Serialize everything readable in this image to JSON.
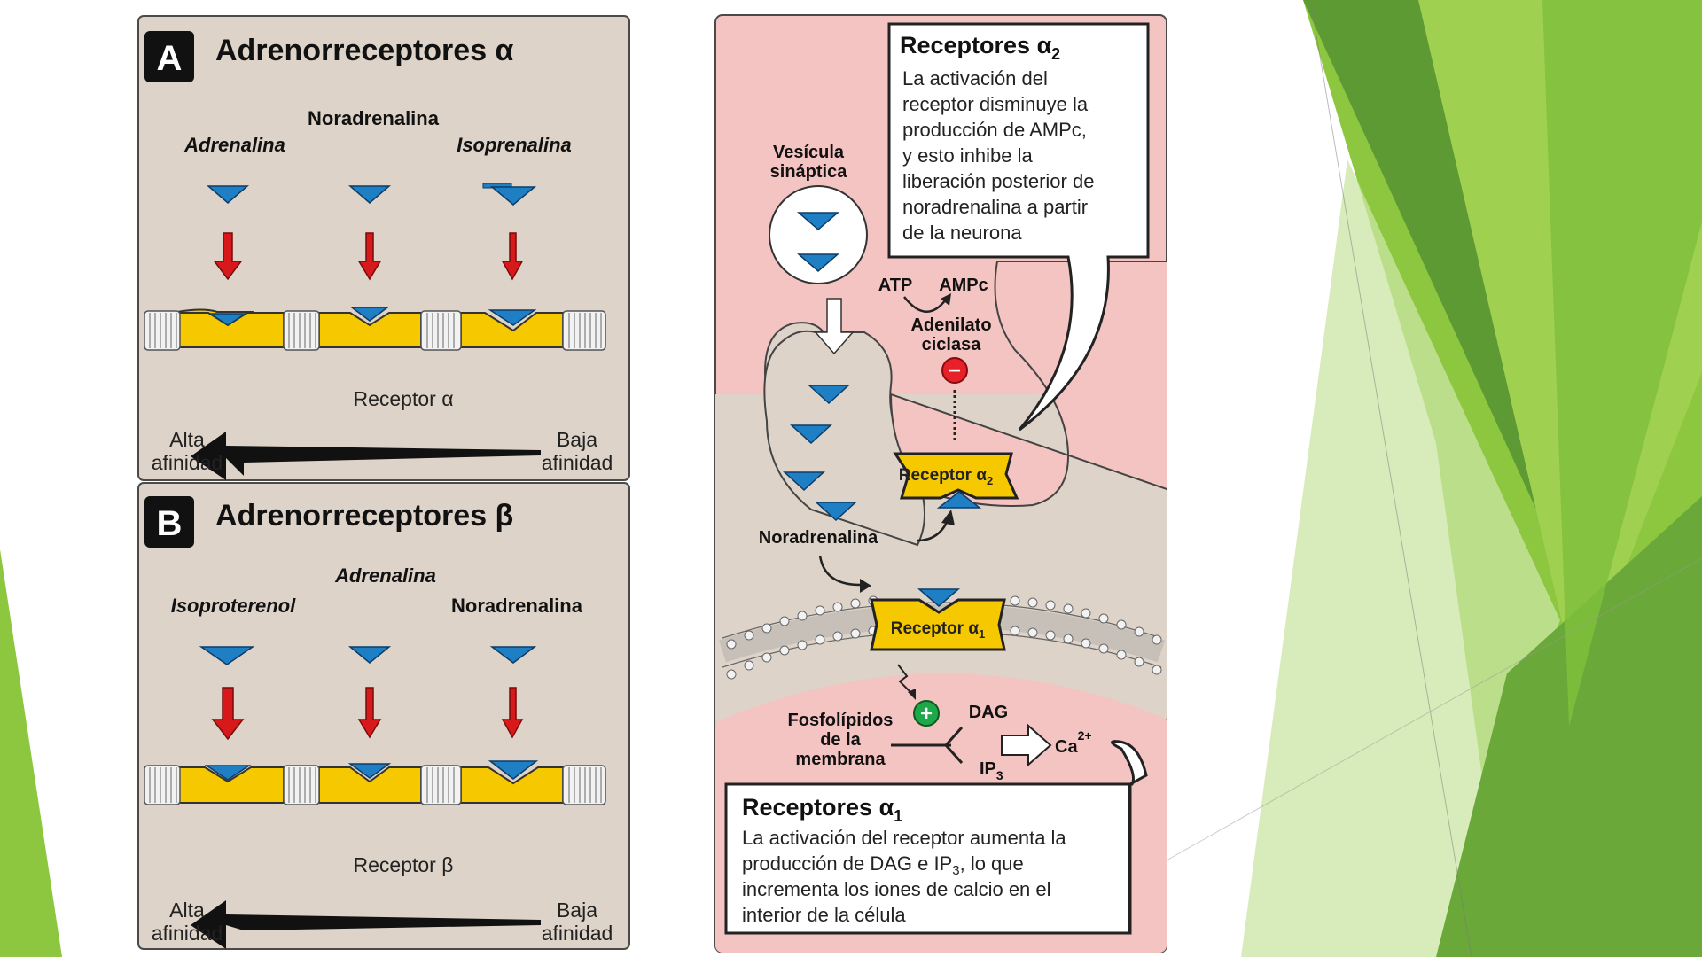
{
  "panel_a": {
    "letter": "A",
    "title": "Adrenorreceptores α",
    "agonist_top": "Noradrenalina",
    "agonist_left": "Adrenalina",
    "agonist_right": "Isoprenalina",
    "receptor_label": "Receptor α",
    "high_affinity_1": "Alta",
    "high_affinity_2": "afinidad",
    "low_affinity_1": "Baja",
    "low_affinity_2": "afinidad"
  },
  "panel_b": {
    "letter": "B",
    "title": "Adrenorreceptores β",
    "agonist_top": "Adrenalina",
    "agonist_left": "Isoproterenol",
    "agonist_right": "Noradrenalina",
    "receptor_label": "Receptor β",
    "high_affinity_1": "Alta",
    "high_affinity_2": "afinidad",
    "low_affinity_1": "Baja",
    "low_affinity_2": "afinidad"
  },
  "synapse": {
    "vesicle_1": "Vesícula",
    "vesicle_2": "sináptica",
    "noradrenaline": "Noradrenalina",
    "atp": "ATP",
    "ampc": "AMPc",
    "adenylate_1": "Adenilato",
    "adenylate_2": "ciclasa",
    "receptor_a2": "Receptor α",
    "receptor_a2_sub": "2",
    "receptor_a1": "Receptor α",
    "receptor_a1_sub": "1",
    "phospho_1": "Fosfolípidos",
    "phospho_2": "de la",
    "phospho_3": "membrana",
    "dag": "DAG",
    "ip3": "IP",
    "ip3_sub": "3",
    "ca": "Ca",
    "ca_sup": "2+",
    "minus": "−",
    "plus": "+"
  },
  "callout_a2": {
    "title": "Receptores α",
    "title_sub": "2",
    "lines": [
      "La activación del",
      "receptor disminuye la",
      "producción de AMPc,",
      "y esto inhibe la",
      "liberación posterior de",
      "noradrenalina a partir",
      "de la neurona"
    ]
  },
  "callout_a1": {
    "title": "Receptores α",
    "title_sub": "1",
    "line1": "La activación del receptor aumenta la",
    "line2_a": "producción de DAG e IP",
    "line2_sub": "3",
    "line2_b": ", lo que",
    "line3": "incrementa los iones de calcio en el",
    "line4": "interior de la célula"
  },
  "colors": {
    "accent_green_light": "#8dc63f",
    "accent_green_dark": "#4e8a2a",
    "panel_beige": "#ddd3c8",
    "synapse_pink": "#f4c4c2",
    "synapse_grey": "#ddd3c8",
    "receptor_yellow": "#f5c800",
    "ligand_blue": "#1f7fc4",
    "arrow_red": "#d7191c"
  }
}
